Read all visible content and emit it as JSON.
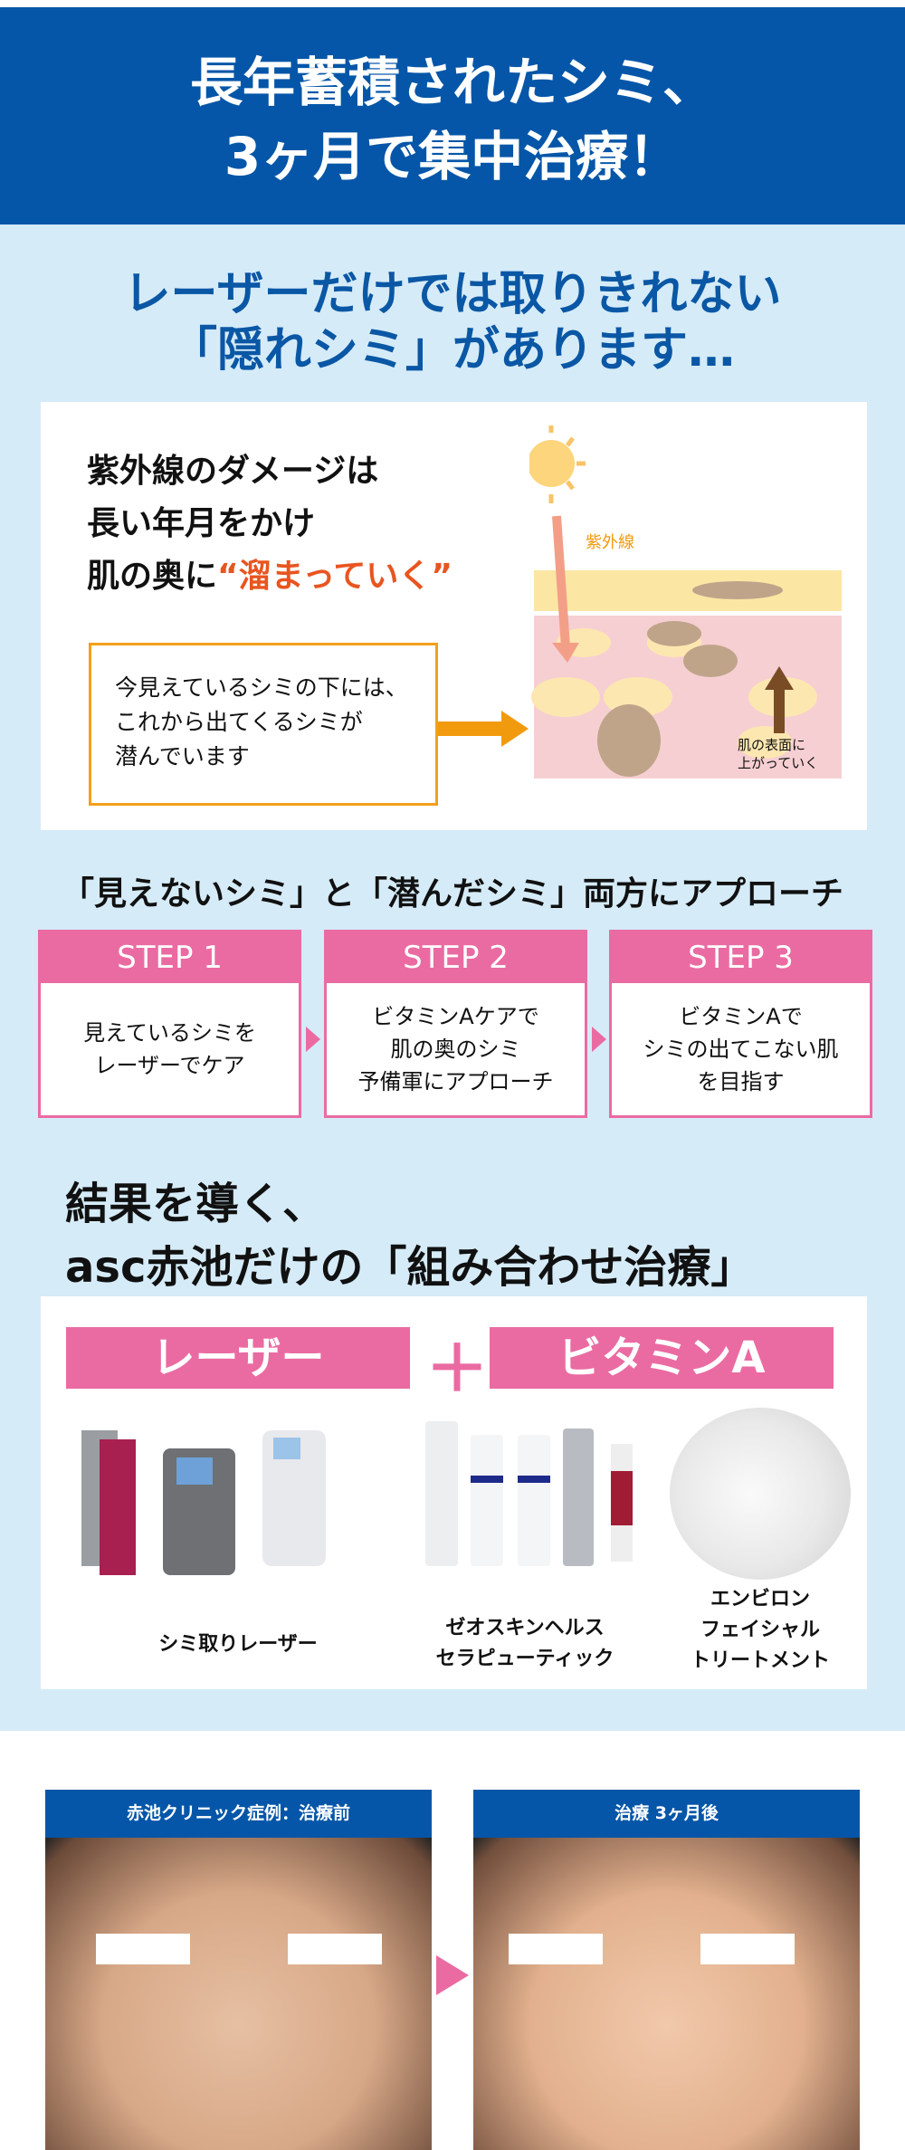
{
  "header": {
    "line1": "長年蓄積されたシミ、",
    "line2": "3ヶ月で集中治療！"
  },
  "intro": {
    "line1": "レーザーだけでは取りきれない",
    "line2": "「隠れシミ」があります…"
  },
  "uv": {
    "line1": "紫外線のダメージは",
    "line2": "長い年月をかけ",
    "line3_prefix": "肌の奥に",
    "line3_highlight": "“溜まっていく”",
    "uv_label": "紫外線",
    "note": "今見えているシミの下には、\nこれから出てくるシミが\n潜んでいます",
    "rise_label": "肌の表面に\n上がっていく"
  },
  "steps_heading": "「見えないシミ」と「潜んだシミ」両方にアプローチ",
  "steps": [
    {
      "title": "STEP 1",
      "text": "見えているシミを\nレーザーでケア"
    },
    {
      "title": "STEP 2",
      "text": "ビタミンAケアで\n肌の奥のシミ\n予備軍にアプローチ"
    },
    {
      "title": "STEP 3",
      "text": "ビタミンAで\nシミの出てこない肌\nを目指す"
    }
  ],
  "result": {
    "line1": "結果を導く、",
    "line2": "asc赤池だけの「組み合わせ治療」"
  },
  "combo": {
    "laser": "レーザー",
    "plus": "＋",
    "vitamin": "ビタミンA",
    "laser_caption": "シミ取りレーザー",
    "zo_caption": "ゼオスキンヘルス\nセラピューティック",
    "facial_caption": "エンビロン\nフェイシャル\nトリートメント"
  },
  "case": {
    "before": "赤池クリニック症例：治療前",
    "after": "治療 3ヶ月後"
  }
}
